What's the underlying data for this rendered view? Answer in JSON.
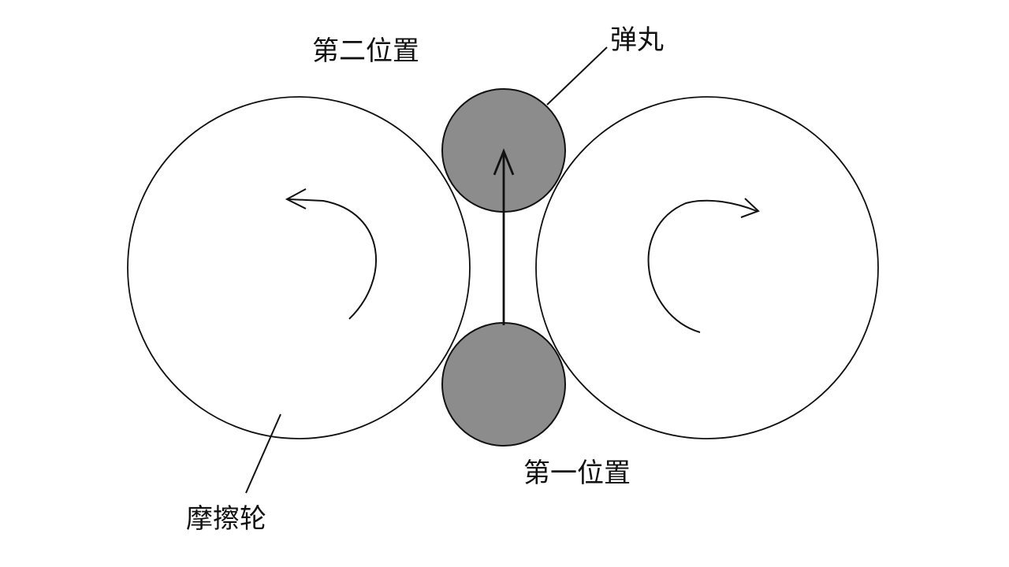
{
  "labels": {
    "second_position": "第二位置",
    "pellet": "弹丸",
    "first_position": "第一位置",
    "friction_wheel": "摩擦轮"
  },
  "colors": {
    "background": "#ffffff",
    "stroke": "#111111",
    "pellet_fill": "#8c8c8c"
  }
}
